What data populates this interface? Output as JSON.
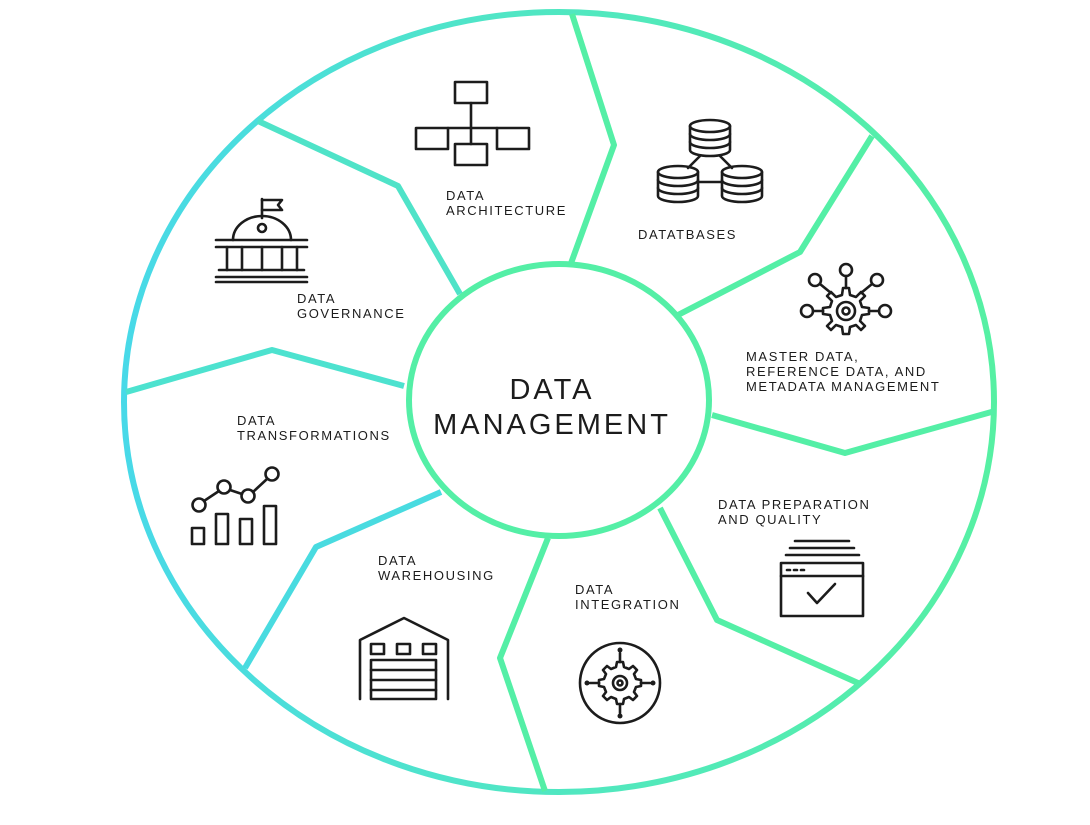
{
  "title_lines": [
    "DATA",
    "MANAGEMENT"
  ],
  "colors": {
    "ring_green": "#54efa6",
    "ring_cyan": "#48d9e8",
    "text": "#1c1c1c"
  },
  "segments": [
    {
      "id": "architecture",
      "icon": "hierarchy-chart-icon",
      "label_lines": [
        "DATA",
        "ARCHITECTURE"
      ]
    },
    {
      "id": "databases",
      "icon": "database-cylinders-icon",
      "label_lines": [
        "DATATBASES"
      ]
    },
    {
      "id": "master-data",
      "icon": "gear-network-icon",
      "label_lines": [
        "MASTER DATA,",
        "REFERENCE DATA, AND",
        "METADATA MANAGEMENT"
      ]
    },
    {
      "id": "preparation",
      "icon": "checklist-window-icon",
      "label_lines": [
        "DATA PREPARATION",
        "AND QUALITY"
      ]
    },
    {
      "id": "integration",
      "icon": "gear-compass-icon",
      "label_lines": [
        "DATA",
        "INTEGRATION"
      ]
    },
    {
      "id": "warehousing",
      "icon": "warehouse-icon",
      "label_lines": [
        "DATA",
        "WAREHOUSING"
      ]
    },
    {
      "id": "transformations",
      "icon": "line-bar-chart-icon",
      "label_lines": [
        "DATA",
        "TRANSFORMATIONS"
      ]
    },
    {
      "id": "governance",
      "icon": "government-building-icon",
      "label_lines": [
        "DATA",
        "GOVERNANCE"
      ]
    }
  ]
}
